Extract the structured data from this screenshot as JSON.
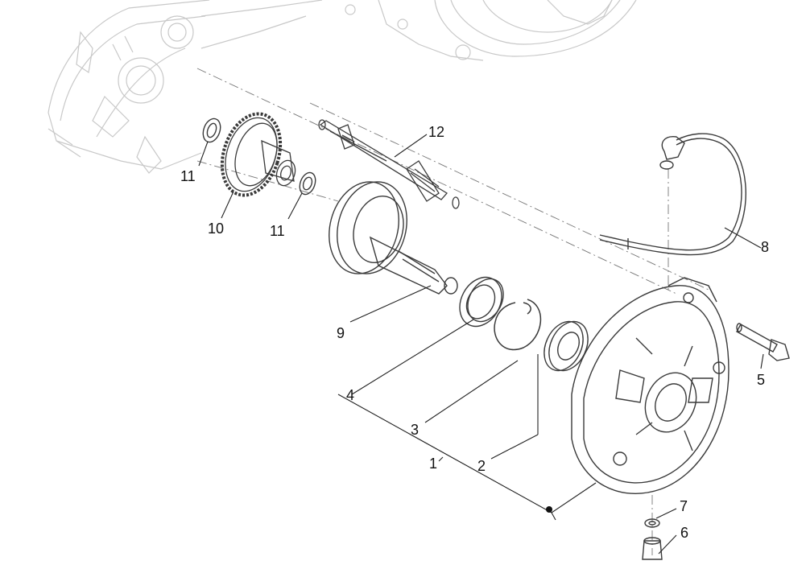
{
  "callouts": {
    "c1": "1",
    "c2": "2",
    "c3": "3",
    "c4": "4",
    "c5": "5",
    "c6": "6",
    "c7": "7",
    "c8": "8",
    "c9": "9",
    "c10": "10",
    "c11a": "11",
    "c11b": "11",
    "c12": "12"
  },
  "colors": {
    "part_stroke": "#3a3a3a",
    "ghost_stroke": "#c8c8c8",
    "leader": "#222222"
  }
}
